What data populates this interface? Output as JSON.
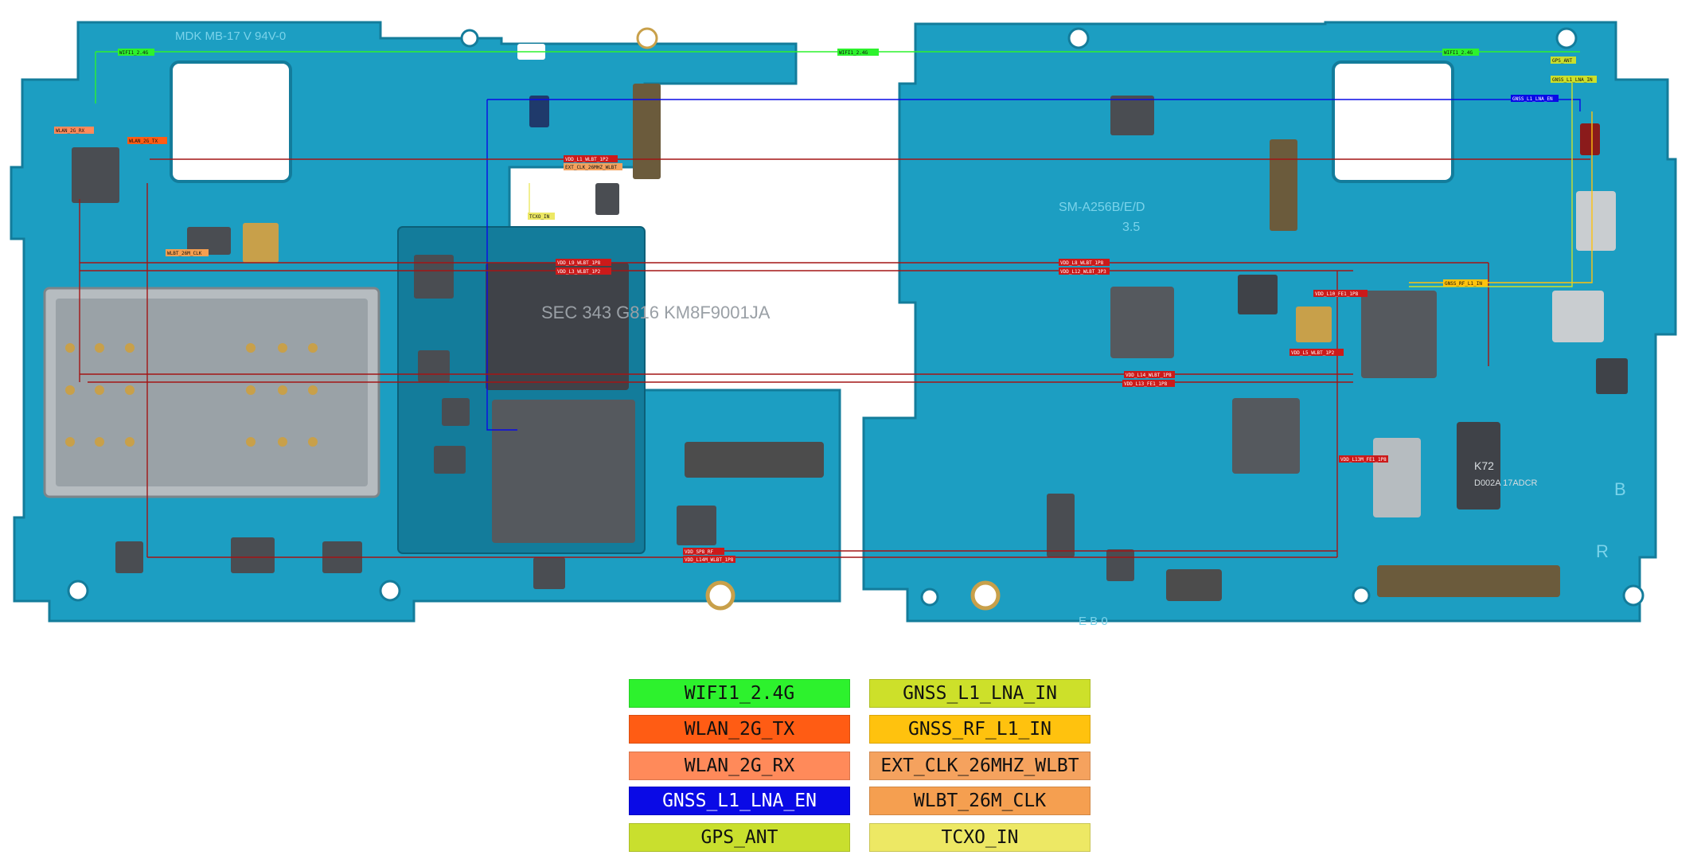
{
  "board": {
    "silkscreen_left": "MDK MB-17 V 94V-0",
    "silkscreen_model": "SM-A256B/E/D",
    "silkscreen_rev": "3.5",
    "silk_r": "R",
    "silk_b": "B",
    "silk_bottom": "E B 0",
    "chip_ap": "SEC 343 G816 KM8F9001JA",
    "chip_k72": "K72",
    "chip_code": "D002A 17ADCR",
    "colors": {
      "pcb": "#1c9ec2",
      "pcb_dark": "#137c9b",
      "shield": "#b6bcc0",
      "gold": "#c8a04a"
    }
  },
  "board_labels": {
    "wifi_top_left": "WIFI1_2.4G",
    "wifi_top_mid": "WIFI1_2.4G",
    "wifi_top_right": "WIFI1_2.4G",
    "gps_ant": "GPS_ANT",
    "gnss_lna_in": "GNSS_L1_LNA_IN",
    "gnss_lna_en": "GNSS_L1_LNA_EN",
    "wlan_rx": "WLAN_2G_RX",
    "wlan_tx": "WLAN_2G_TX",
    "wlbt_clk": "WLBT_26M_CLK",
    "tcxo_in": "TCXO_IN",
    "ext_clk": "EXT_CLK_26MHZ_WLBT",
    "gnss_rf": "GNSS_RF_L1_IN",
    "vdd_1": "VDD_L1_WLBT_1P2",
    "vdd_2": "VDD_L9_WLBT_1P8",
    "vdd_3": "VDD_L3_WLBT_1P2",
    "vdd_4": "VDD_L8_WLBT_1P8",
    "vdd_5": "VDD_L12_WLBT_3P3",
    "vdd_6": "VDD_L10_FE1_1P8",
    "vdd_7": "VDD_L5_WLBT_1P2",
    "vdd_8": "VDD_L14_WLBT_1P8",
    "vdd_9": "VDD_SP8_RF",
    "vdd_10": "VDD_L14M_WLBT_1P8",
    "vdd_11": "VDD_L13_FE1_1P8",
    "vdd_12": "VDD_L13M_FE1_1P8"
  },
  "legend": [
    {
      "label": "WIFI1_2.4G",
      "color": "#2df22d"
    },
    {
      "label": "GNSS_L1_LNA_IN",
      "color": "#cde02a"
    },
    {
      "label": "WLAN_2G_TX",
      "color": "#ff5c14"
    },
    {
      "label": "GNSS_RF_L1_IN",
      "color": "#ffc20e"
    },
    {
      "label": "WLAN_2G_RX",
      "color": "#ff8a5a"
    },
    {
      "label": "EXT_CLK_26MHZ_WLBT",
      "color": "#f5a25e"
    },
    {
      "label": "GNSS_L1_LNA_EN",
      "color": "#0a0ae6"
    },
    {
      "label": "WLBT_26M_CLK",
      "color": "#f59f50"
    },
    {
      "label": "GPS_ANT",
      "color": "#c9df2e"
    },
    {
      "label": "TCXO_IN",
      "color": "#ede864"
    }
  ]
}
